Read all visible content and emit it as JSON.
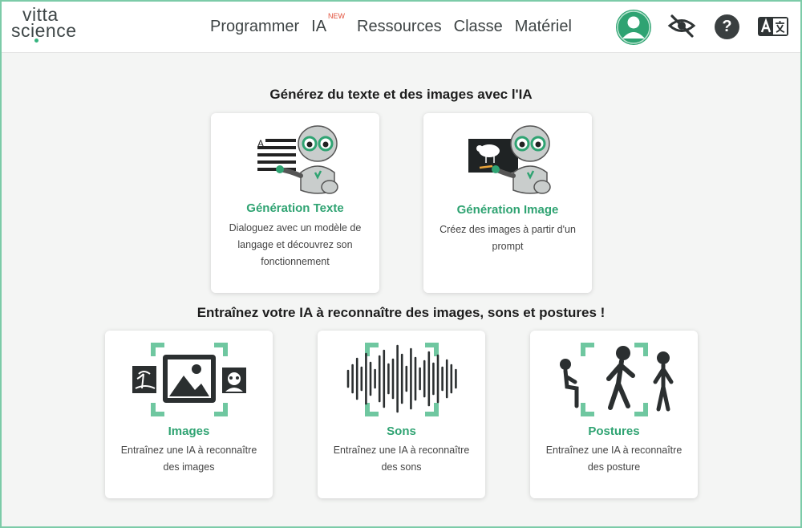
{
  "header": {
    "logo_line1": "vitta",
    "logo_line2": "science",
    "nav": {
      "programmer": "Programmer",
      "ia": "IA",
      "ia_badge": "NEW",
      "ressources": "Ressources",
      "classe": "Classe",
      "materiel": "Matériel"
    },
    "help_symbol": "?",
    "icons": [
      "user-avatar-icon",
      "eye-slash-icon",
      "help-icon",
      "translate-icon"
    ]
  },
  "sections": {
    "generate_title": "Générez du texte et des images avec l'IA",
    "train_title": "Entraînez votre IA à reconnaître des images, sons et postures !"
  },
  "cards": {
    "text_gen": {
      "title": "Génération Texte",
      "desc": "Dialoguez avec un modèle de langage et découvrez son fonctionnement",
      "illustration_letter": "A"
    },
    "image_gen": {
      "title": "Génération Image",
      "desc": "Créez des images à partir d'un prompt"
    },
    "images": {
      "title": "Images",
      "desc": "Entraînez une IA à reconnaître des images"
    },
    "sons": {
      "title": "Sons",
      "desc": "Entraînez une IA à reconnaître des sons"
    },
    "postures": {
      "title": "Postures",
      "desc": "Entraînez une IA à reconnaître des posture"
    }
  },
  "colors": {
    "accent": "#2fa372",
    "accent_light": "#6fc7a0",
    "dark": "#2b2f30",
    "badge": "#e2503b"
  }
}
